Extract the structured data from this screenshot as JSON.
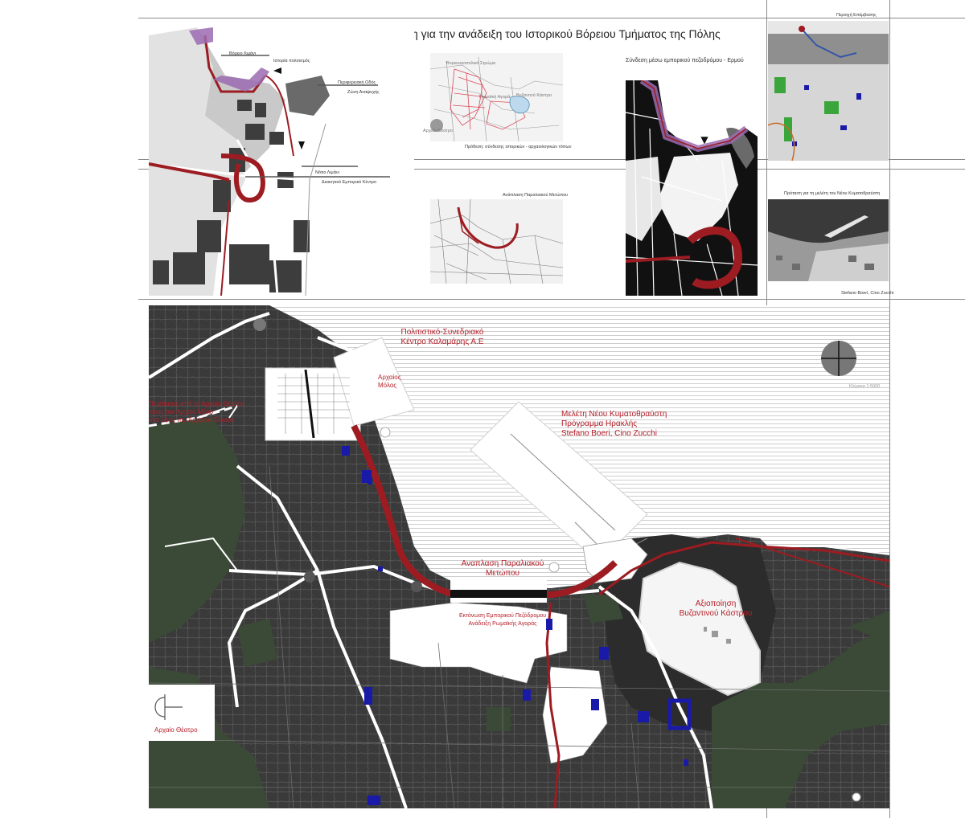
{
  "header": {
    "title": "Πρόταση για την ανάδειξη του Ιστορικού Βόρειου Τμήματος της Πόλης",
    "right_top_label": "Περιοχή Επέμβασης"
  },
  "top_left_map": {
    "labels": {
      "north_port": "Βόρειο Λιμάνι",
      "history_museum": "Ιστορία πολιτισμός",
      "regional_road": "Περιφερειακή Οδός",
      "green_zone": "Ζώνη Αναψυχής",
      "south_port": "Νότιο Λιμάνι",
      "admin_center": "Διοικητικό Εμπορικό Κέντρο"
    }
  },
  "center_sketches": {
    "top_labels": {
      "a": "Βορειοανατολικό Στρώμα",
      "b": "Βυζαντινό Κάστρο",
      "c": "Ρωμαϊκή Αγορά",
      "d": "Αρχαίο Θέατρο"
    },
    "top_caption": "Πρόθεση: σύνδεσης ιστορικών - αρχαιολογικών τόπων",
    "bottom_caption": "Ανάπλαση Παραλιακού Μετώπου"
  },
  "right_map": {
    "caption": "Σύνδεση μέσω εμπορικού πεζοδρόμου - Ερμού"
  },
  "far_right": {
    "breakwater_caption": "Πρόταση για τη μελέτη του Νέου Κυματοθραύστη",
    "breakwater_credit": "Stefano Boeri, Cino Zucchi",
    "scale": "Κλίμακα 1:5000"
  },
  "main_map": {
    "labels": {
      "cultural_center": [
        "Πολιτιστικό-Συνεδριακό",
        "Κέντρο Καλαμάρης Α.Ε"
      ],
      "ancient_mole": [
        "Αρχαίος",
        "Μόλος"
      ],
      "walk": [
        "Περίπατος από το Αρχαίο Θέατρο",
        "προς τον Αρχαίο Μόλο",
        "στο ύψος του Αρχαίου Τείχους"
      ],
      "breakwater": [
        "Μελέτη Νέου Κυματοθραύστη",
        "Πρόγραμμα Ηρακλής",
        "Stefano Boeri, Cino Zucchi"
      ],
      "waterfront": [
        "Αναπλαση Παραλιακού",
        "Μετώπου"
      ],
      "castle": [
        "Αξιοποίηση",
        "Βυζαντινού Κάστρου"
      ],
      "market": [
        "Εκτόνωση Εμπορικού Πεζόδρομου",
        "Ανάδειξη Ρωμαϊκής Αγοράς"
      ],
      "theatre": "Αρχαίο Θέατρο"
    }
  },
  "colors": {
    "urban_dark": "#3a3a3a",
    "streets": "#ffffff",
    "green": "#3a4a36",
    "accent_red": "#9c1c22",
    "label_red": "#b5202a",
    "purple": "#9b6bb0",
    "blue_blocks": "#1a1aa8",
    "sea_lines": "#b9b9b9"
  }
}
